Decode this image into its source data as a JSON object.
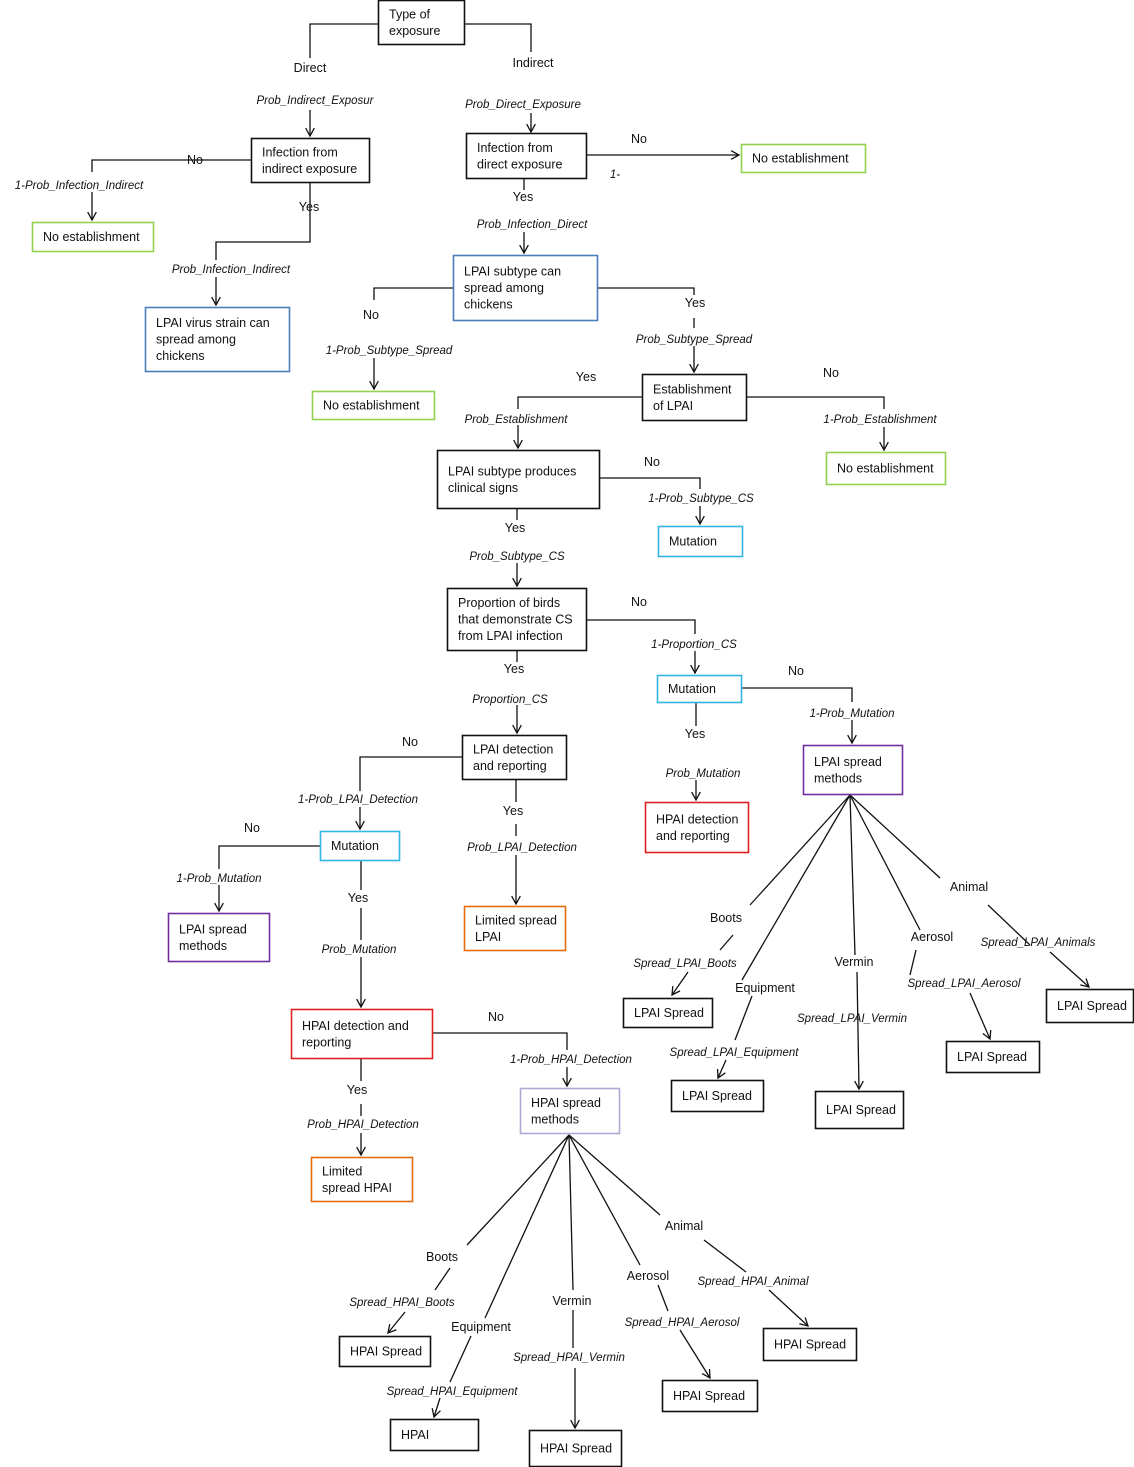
{
  "colors": {
    "black": "#111111",
    "green": "#92d050",
    "blue": "#4a7ebb",
    "cyan": "#33b5e5",
    "purple": "#7030a0",
    "lavender": "#b4a7d6",
    "red": "#e02020",
    "orange": "#e46c0a"
  },
  "nodes": {
    "type_exposure": [
      "Type of",
      "exposure"
    ],
    "infection_indirect": [
      "Infection from",
      "indirect exposure"
    ],
    "infection_direct": [
      "Infection from",
      "direct exposure"
    ],
    "no_est_1": [
      "No establishment"
    ],
    "no_est_2": [
      "No establishment"
    ],
    "no_est_3": [
      "No establishment"
    ],
    "no_est_4": [
      "No establishment"
    ],
    "lpai_strain_spread": [
      "LPAI virus strain can",
      "spread among",
      "chickens"
    ],
    "lpai_subtype_spread": [
      "LPAI subtype can",
      "spread among",
      "chickens"
    ],
    "establishment": [
      "Establishment",
      "of LPAI"
    ],
    "clinical_signs": [
      "LPAI subtype produces",
      "clinical signs"
    ],
    "mutation_1": [
      "Mutation"
    ],
    "proportion_cs": [
      "Proportion of birds",
      "that demonstrate CS",
      "from LPAI infection"
    ],
    "mutation_2": [
      "Mutation"
    ],
    "lpai_detection": [
      "LPAI detection",
      "and reporting"
    ],
    "lpai_spread_methods_1": [
      "LPAI spread",
      "methods"
    ],
    "hpai_detection_1": [
      "HPAI detection",
      "and reporting"
    ],
    "mutation_3": [
      "Mutation"
    ],
    "limited_lpai": [
      "Limited spread",
      "LPAI"
    ],
    "lpai_spread_methods_2": [
      "LPAI spread",
      "methods"
    ],
    "hpai_detection_2": [
      "HPAI detection and",
      "reporting"
    ],
    "hpai_spread_methods": [
      "HPAI spread",
      "methods"
    ],
    "limited_hpai": [
      "Limited",
      "spread HPAI"
    ],
    "lpai_spread_boots": [
      "LPAI Spread"
    ],
    "lpai_spread_equipment": [
      "LPAI Spread"
    ],
    "lpai_spread_vermin": [
      "LPAI Spread"
    ],
    "lpai_spread_aerosol": [
      "LPAI Spread"
    ],
    "lpai_spread_animals": [
      "LPAI Spread"
    ],
    "hpai_spread_boots": [
      "HPAI Spread"
    ],
    "hpai_equipment": [
      "HPAI"
    ],
    "hpai_spread_vermin": [
      "HPAI Spread"
    ],
    "hpai_spread_aerosol": [
      "HPAI Spread"
    ],
    "hpai_spread_animal": [
      "HPAI Spread"
    ]
  },
  "labels": {
    "direct": "Direct",
    "indirect": "Indirect",
    "prob_indirect_exposur": "Prob_Indirect_Exposur",
    "prob_direct_exposure": "Prob_Direct_Exposure",
    "no_a": "No",
    "one_prob_infection_indirect": "1-Prob_Infection_Indirect",
    "yes_a": "Yes",
    "prob_infection_indirect": "Prob_Infection_Indirect",
    "no_b": "No",
    "one_dash": "1-",
    "yes_b": "Yes",
    "prob_infection_direct": "Prob_Infection_Direct",
    "no_c": "No",
    "one_prob_subtype_spread": "1-Prob_Subtype_Spread",
    "yes_c": "Yes",
    "prob_subtype_spread": "Prob_Subtype_Spread",
    "yes_d": "Yes",
    "prob_establishment": "Prob_Establishment",
    "no_d": "No",
    "one_prob_establishment": "1-Prob_Establishment",
    "no_e": "No",
    "one_prob_subtype_cs": "1-Prob_Subtype_CS",
    "yes_e": "Yes",
    "prob_subtype_cs": "Prob_Subtype_CS",
    "no_f": "No",
    "one_proportion_cs": "1-Proportion_CS",
    "yes_f": "Yes",
    "proportion_cs": "Proportion_CS",
    "no_g": "No",
    "one_prob_mutation_a": "1-Prob_Mutation",
    "yes_g": "Yes",
    "prob_mutation_a": "Prob_Mutation",
    "no_h": "No",
    "one_prob_lpai_detection": "1-Prob_LPAI_Detection",
    "yes_h": "Yes",
    "prob_lpai_detection": "Prob_LPAI_Detection",
    "no_i": "No",
    "one_prob_mutation_b": "1-Prob_Mutation",
    "yes_i": "Yes",
    "prob_mutation_b": "Prob_Mutation",
    "no_j": "No",
    "one_prob_hpai_detection": "1-Prob_HPAI_Detection",
    "yes_j": "Yes",
    "prob_hpai_detection": "Prob_HPAI_Detection",
    "boots_l": "Boots",
    "spread_lpai_boots": "Spread_LPAI_Boots",
    "equipment_l": "Equipment",
    "spread_lpai_equipment": "Spread_LPAI_Equipment",
    "vermin_l": "Vermin",
    "spread_lpai_vermin": "Spread_LPAI_Vermin",
    "aerosol_l": "Aerosol",
    "spread_lpai_aerosol": "Spread_LPAI_Aerosol",
    "animal_l": "Animal",
    "spread_lpai_animals": "Spread_LPAI_Animals",
    "boots_h": "Boots",
    "spread_hpai_boots": "Spread_HPAI_Boots",
    "equipment_h": "Equipment",
    "spread_hpai_equipment": "Spread_HPAI_Equipment",
    "vermin_h": "Vermin",
    "spread_hpai_vermin": "Spread_HPAI_Vermin",
    "aerosol_h": "Aerosol",
    "spread_hpai_aerosol": "Spread_HPAI_Aerosol",
    "animal_h": "Animal",
    "spread_hpai_animal": "Spread_HPAI_Animal"
  }
}
